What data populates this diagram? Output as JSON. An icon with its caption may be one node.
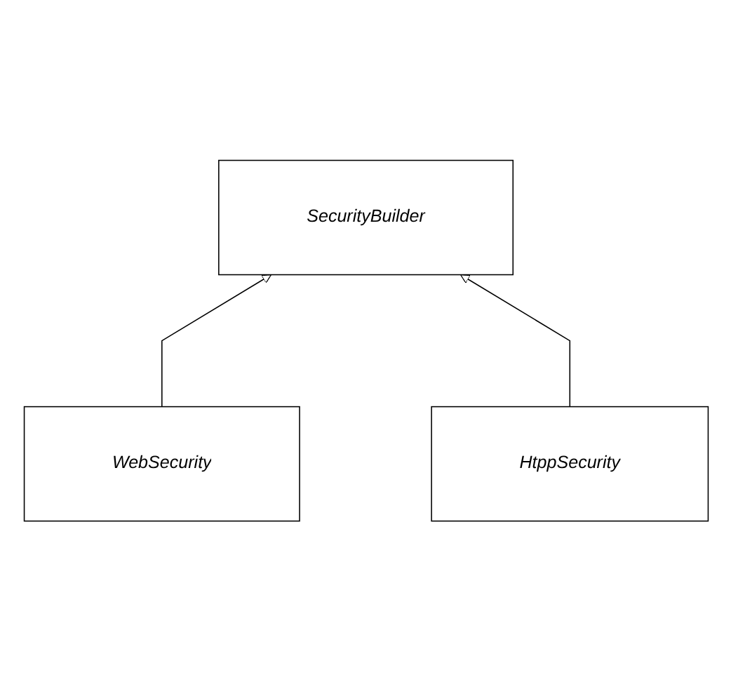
{
  "diagram": {
    "nodes": [
      {
        "text": [
          "SecurityBuilder"
        ]
      },
      {
        "text": [
          "WebSecurity"
        ]
      },
      {
        "text": [
          "HtppSecurity"
        ]
      }
    ],
    "edges": [
      {
        "from": 1,
        "to": 0,
        "arrow": "to"
      },
      {
        "from": 2,
        "to": 0,
        "arrow": "to"
      }
    ]
  }
}
